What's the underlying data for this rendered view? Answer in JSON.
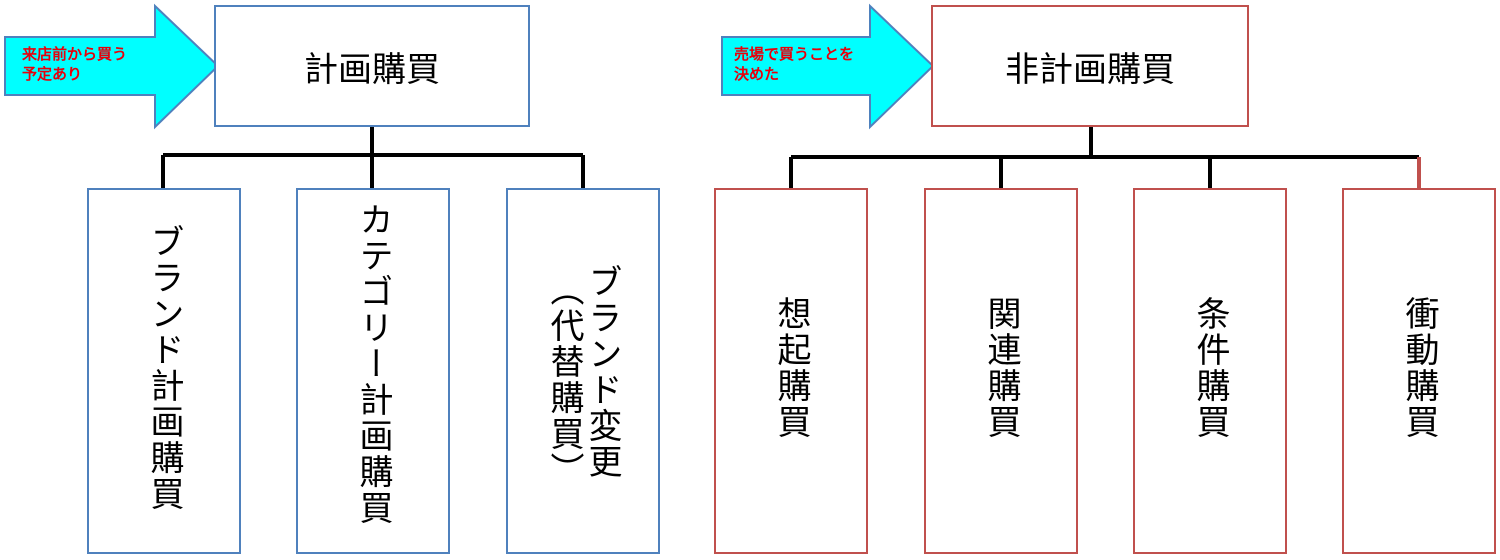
{
  "left_group": {
    "arrow_label": "来店前から買う\n予定あり",
    "root": "計画購買",
    "children": [
      "ブランド計画購買",
      "カテゴリー計画購買",
      "ブランド変更",
      "（代替購買）"
    ]
  },
  "right_group": {
    "arrow_label": "売場で買うことを\n決めた",
    "root": "非計画購買",
    "children": [
      "想起購買",
      "関連購買",
      "条件購買",
      "衝動購買"
    ]
  },
  "colors": {
    "left_border": "#4f81bd",
    "right_border": "#c0504d",
    "arrow_fill": "#00ffff",
    "arrow_label": "#e8000b"
  }
}
